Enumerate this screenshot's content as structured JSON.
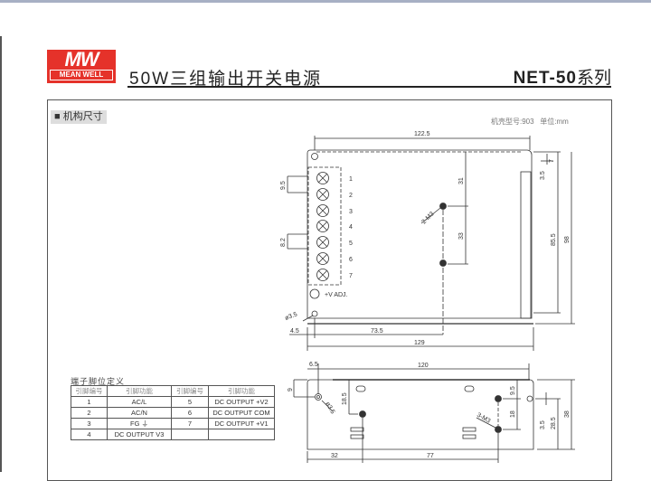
{
  "header": {
    "logo_mark": "MW",
    "logo_text": "MEAN WELL",
    "title": "50W三组输出开关电源",
    "series_model": "NET-50",
    "series_suffix": "系列",
    "brand_color": "#e5322a"
  },
  "section": {
    "label": "■ 机构尺寸",
    "casing": "机壳型号:903",
    "unit": "单位:mm"
  },
  "top_view": {
    "terminals": [
      "1",
      "2",
      "3",
      "4",
      "5",
      "6",
      "7"
    ],
    "vadj_label": "+V ADJ.",
    "dims": {
      "width_inner": "122.5",
      "pitch1": "9.5",
      "pitch2": "8.2",
      "hole_label": "2-M3",
      "d31": "31",
      "d33": "33",
      "d85_5": "85.5",
      "d98": "98",
      "d7": "7",
      "d3_5": "3.5",
      "d4_5": "4.5",
      "d73_5": "73.5",
      "d129": "129",
      "slot": "ø3.5"
    }
  },
  "bottom_view": {
    "dims": {
      "d6_5": "6.5",
      "d120": "120",
      "d9": "9",
      "d18_5": "18.5",
      "slot": "ø3.5",
      "d9_5": "9.5",
      "d18": "18",
      "hole_label": "3-M3",
      "d3_5": "3.5",
      "d28_5": "28.5",
      "d38": "38",
      "d32": "32",
      "d77": "77"
    }
  },
  "pin_table": {
    "title": "端子脚位定义",
    "headers": [
      "引脚编号",
      "引脚功能",
      "引脚编号",
      "引脚功能"
    ],
    "rows": [
      [
        "1",
        "AC/L",
        "5",
        "DC OUTPUT +V2"
      ],
      [
        "2",
        "AC/N",
        "6",
        "DC OUTPUT COM"
      ],
      [
        "3",
        "FG ⏚",
        "7",
        "DC OUTPUT +V1"
      ],
      [
        "4",
        "DC OUTPUT V3",
        "",
        ""
      ]
    ]
  }
}
